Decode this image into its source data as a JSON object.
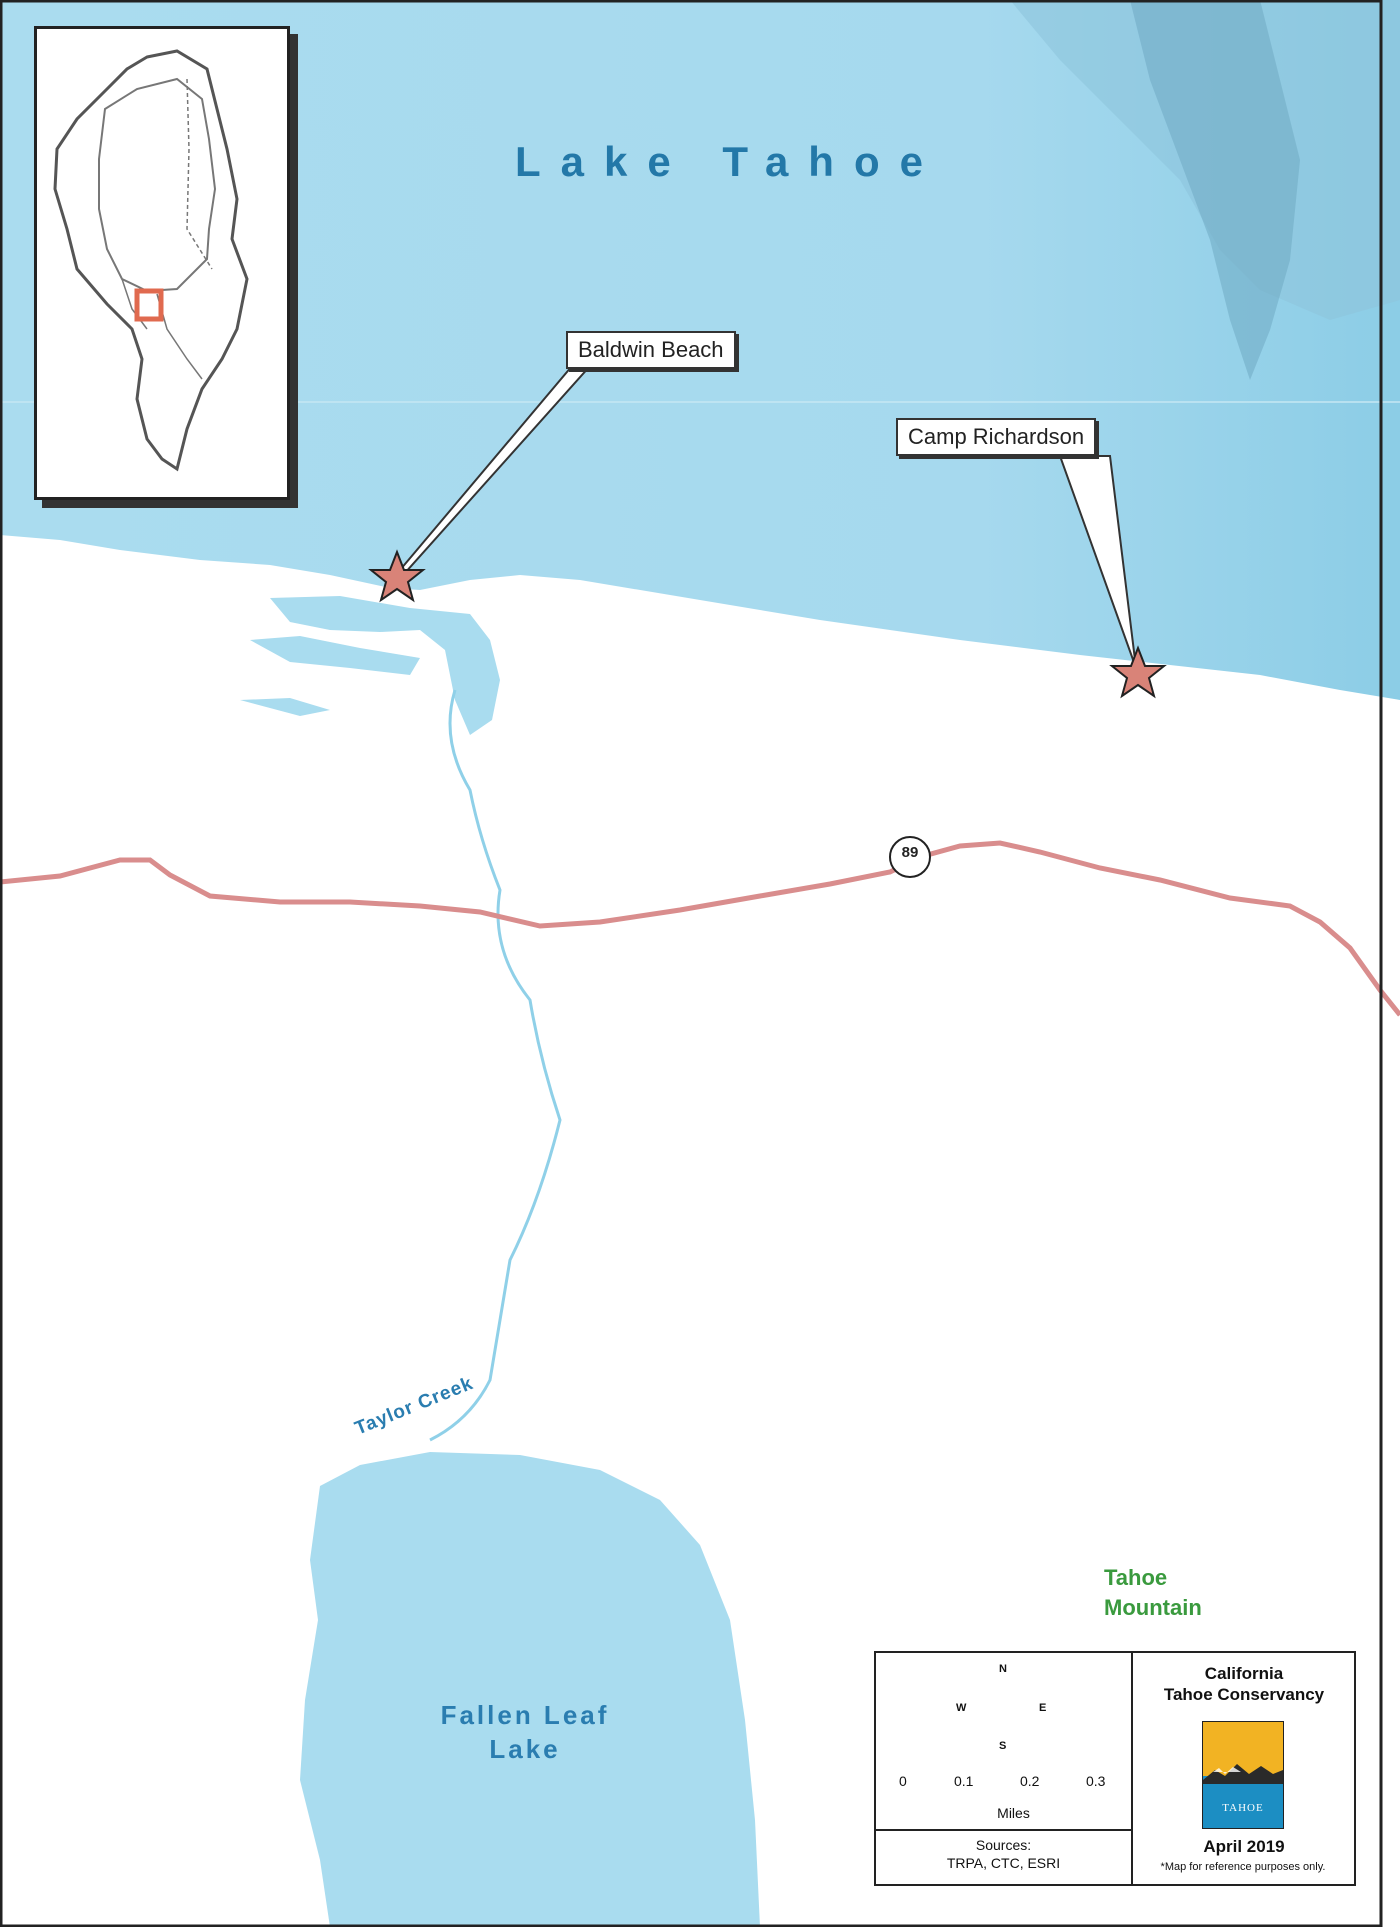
{
  "map": {
    "water_body_title": "Lake Tahoe",
    "secondary_lake": "Fallen Leaf\nLake",
    "creek_label": "Taylor Creek",
    "mountain_label": "Tahoe\nMountain",
    "highway_shield": "89",
    "colors": {
      "water": "#a9dcef",
      "highway": "#d98d8d",
      "star": "#d98378",
      "lake_label": "#2378a8",
      "mountain_label": "#3a9a3e"
    }
  },
  "callouts": {
    "baldwin_beach": "Baldwin Beach",
    "camp_richardson": "Camp Richardson"
  },
  "legend": {
    "compass": {
      "n": "N",
      "s": "S",
      "e": "E",
      "w": "W"
    },
    "scale_ticks": [
      "0",
      "0.1",
      "0.2",
      "0.3"
    ],
    "scale_units": "Miles",
    "sources_heading": "Sources:",
    "sources": "TRPA, CTC, ESRI",
    "organization": "California\nTahoe Conservancy",
    "logo_text": "TAHOE",
    "date": "April 2019",
    "disclaimer": "*Map for reference purposes only.",
    "logo_colors": {
      "top": "#f2b323",
      "bottom": "#1c8ec3"
    }
  }
}
